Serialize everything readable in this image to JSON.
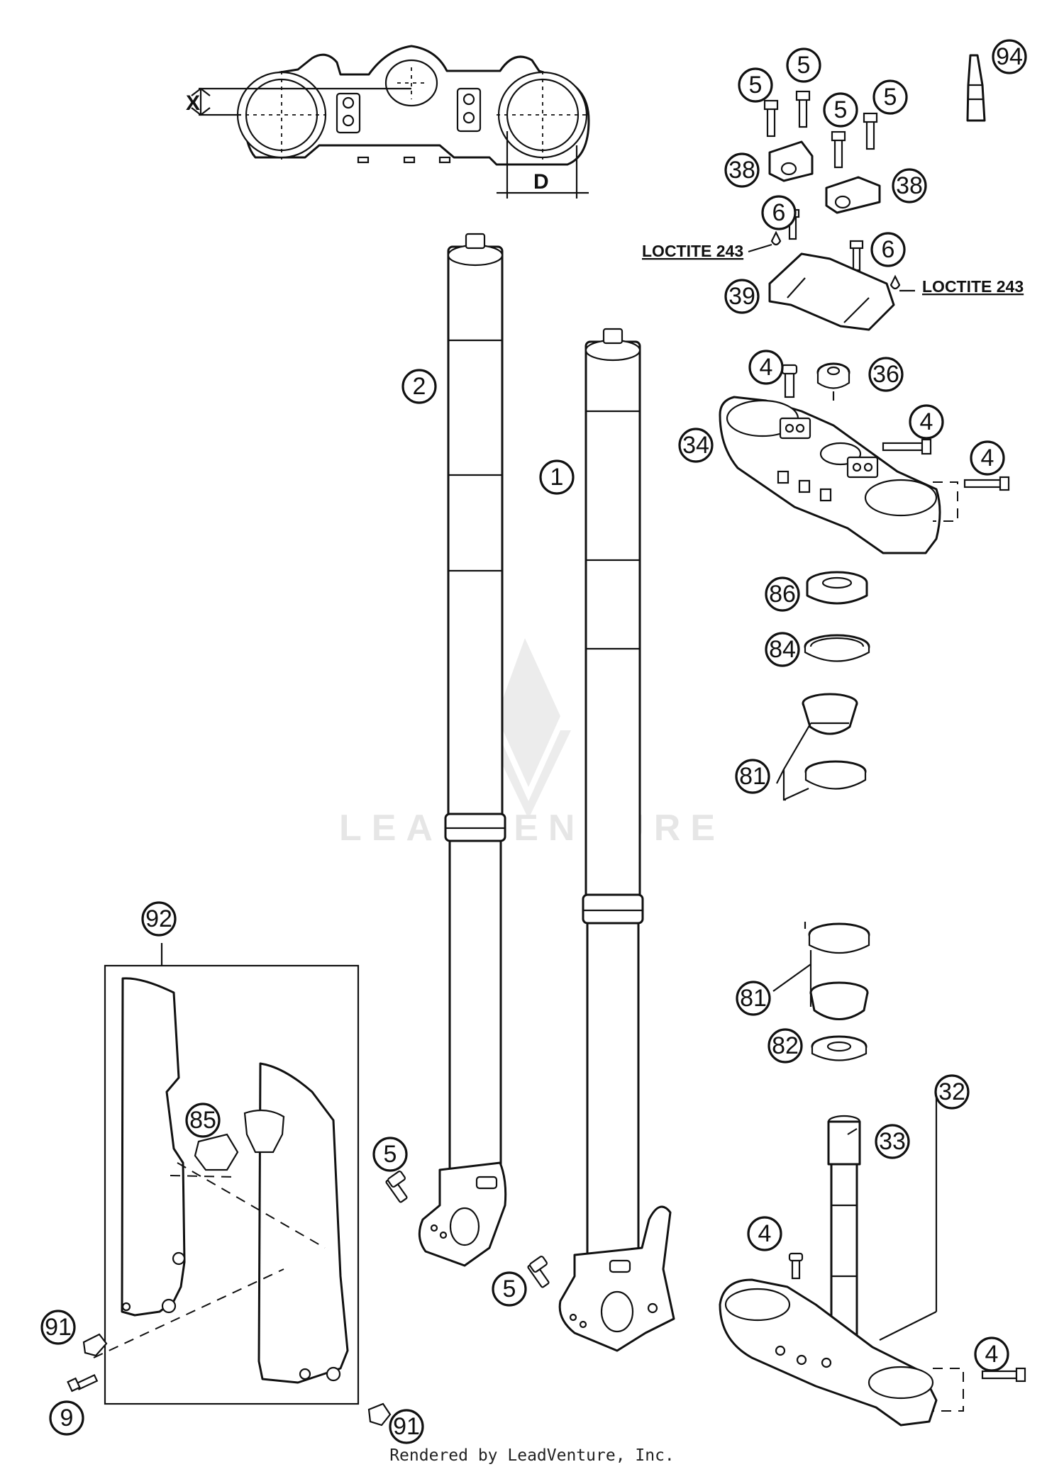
{
  "dimension_labels": {
    "x": "X",
    "d": "D"
  },
  "notes": {
    "loctite_left": "LOCTITE 243",
    "loctite_right": "LOCTITE 243"
  },
  "watermark": "LEADVENTURE",
  "credit": "Rendered by LeadVenture, Inc.",
  "callouts": {
    "c1": "1",
    "c2": "2",
    "c4a": "4",
    "c4b": "4",
    "c4c": "4",
    "c4d": "4",
    "c4e": "4",
    "c5a": "5",
    "c5b": "5",
    "c5c": "5",
    "c5d": "5",
    "c5e": "5",
    "c5f": "5",
    "c6a": "6",
    "c6b": "6",
    "c9": "9",
    "c32": "32",
    "c33": "33",
    "c34": "34",
    "c36": "36",
    "c38a": "38",
    "c38b": "38",
    "c39": "39",
    "c81a": "81",
    "c81b": "81",
    "c82": "82",
    "c84": "84",
    "c85": "85",
    "c86": "86",
    "c91a": "91",
    "c91b": "91",
    "c92": "92",
    "c94": "94"
  }
}
